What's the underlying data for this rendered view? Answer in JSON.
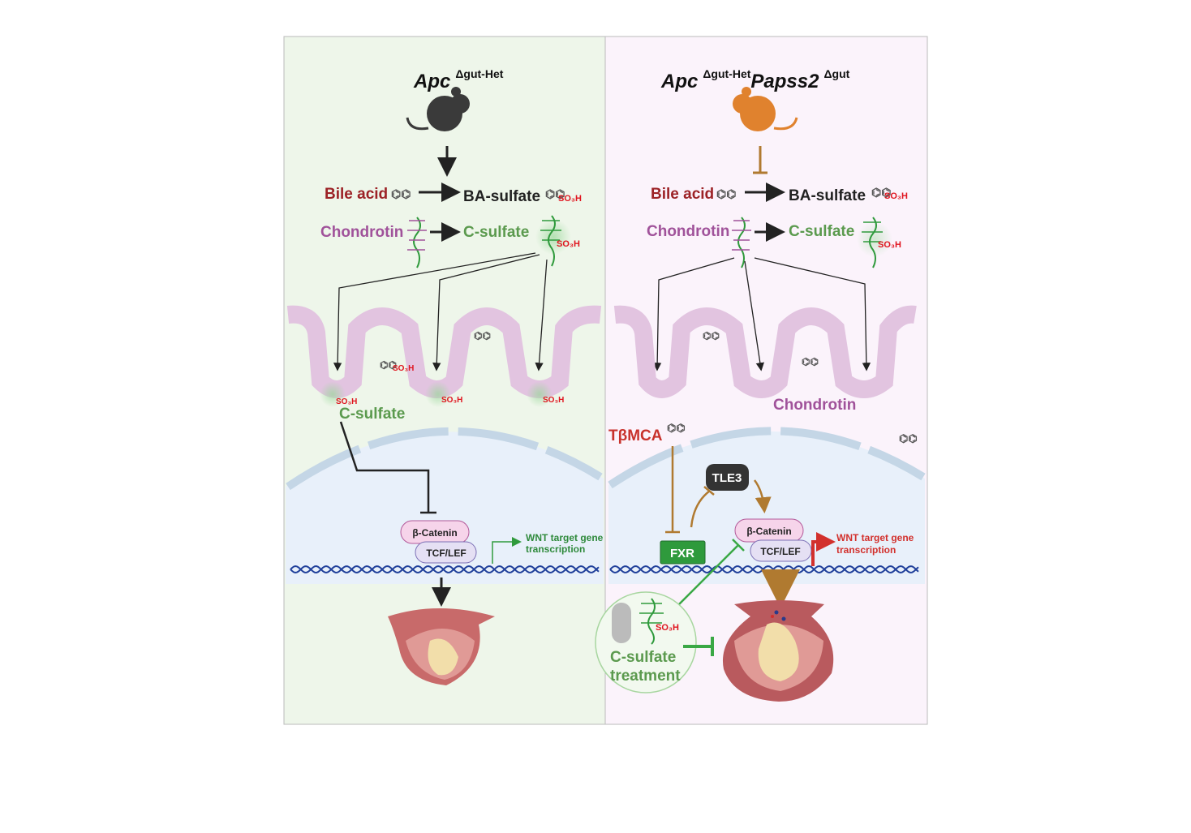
{
  "left": {
    "gene": "Apc",
    "gene_sup": "Δgut-Het",
    "bile_acid": "Bile acid",
    "ba_sulfate": "BA-sulfate",
    "chondrotin": "Chondrotin",
    "c_sulfate": "C-sulfate",
    "so3h": "SO₃H",
    "c_sulfate_crypt": "C-sulfate",
    "beta_catenin": "β-Catenin",
    "tcf_lef": "TCF/LEF",
    "wnt_line1": "WNT target gene",
    "wnt_line2": "transcription"
  },
  "right": {
    "gene1": "Apc",
    "gene1_sup": "Δgut-Het",
    "gene2": "Papss2",
    "gene2_sup": "Δgut",
    "bile_acid": "Bile acid",
    "ba_sulfate": "BA-sulfate",
    "chondrotin": "Chondrotin",
    "c_sulfate": "C-sulfate",
    "so3h": "SO₃H",
    "chondrotin_crypt": "Chondrotin",
    "tbmca": "TβMCA",
    "tle3": "TLE3",
    "fxr": "FXR",
    "beta_catenin": "β-Catenin",
    "tcf_lef": "TCF/LEF",
    "wnt_line1": "WNT target gene",
    "wnt_line2": "transcription",
    "treatment_line1": "C-sulfate",
    "treatment_line2": "treatment"
  },
  "colors": {
    "left_bg": "#eef6ea",
    "right_bg": "#fbf3fb",
    "bile_red": "#9c2226",
    "chondro_purple": "#a0529a",
    "csulfate_green": "#5b9a4e",
    "so3h_red": "#e0141e",
    "brown": "#b07a30",
    "fxr_green": "#2f9a3c",
    "wnt_red": "#d2302c"
  }
}
